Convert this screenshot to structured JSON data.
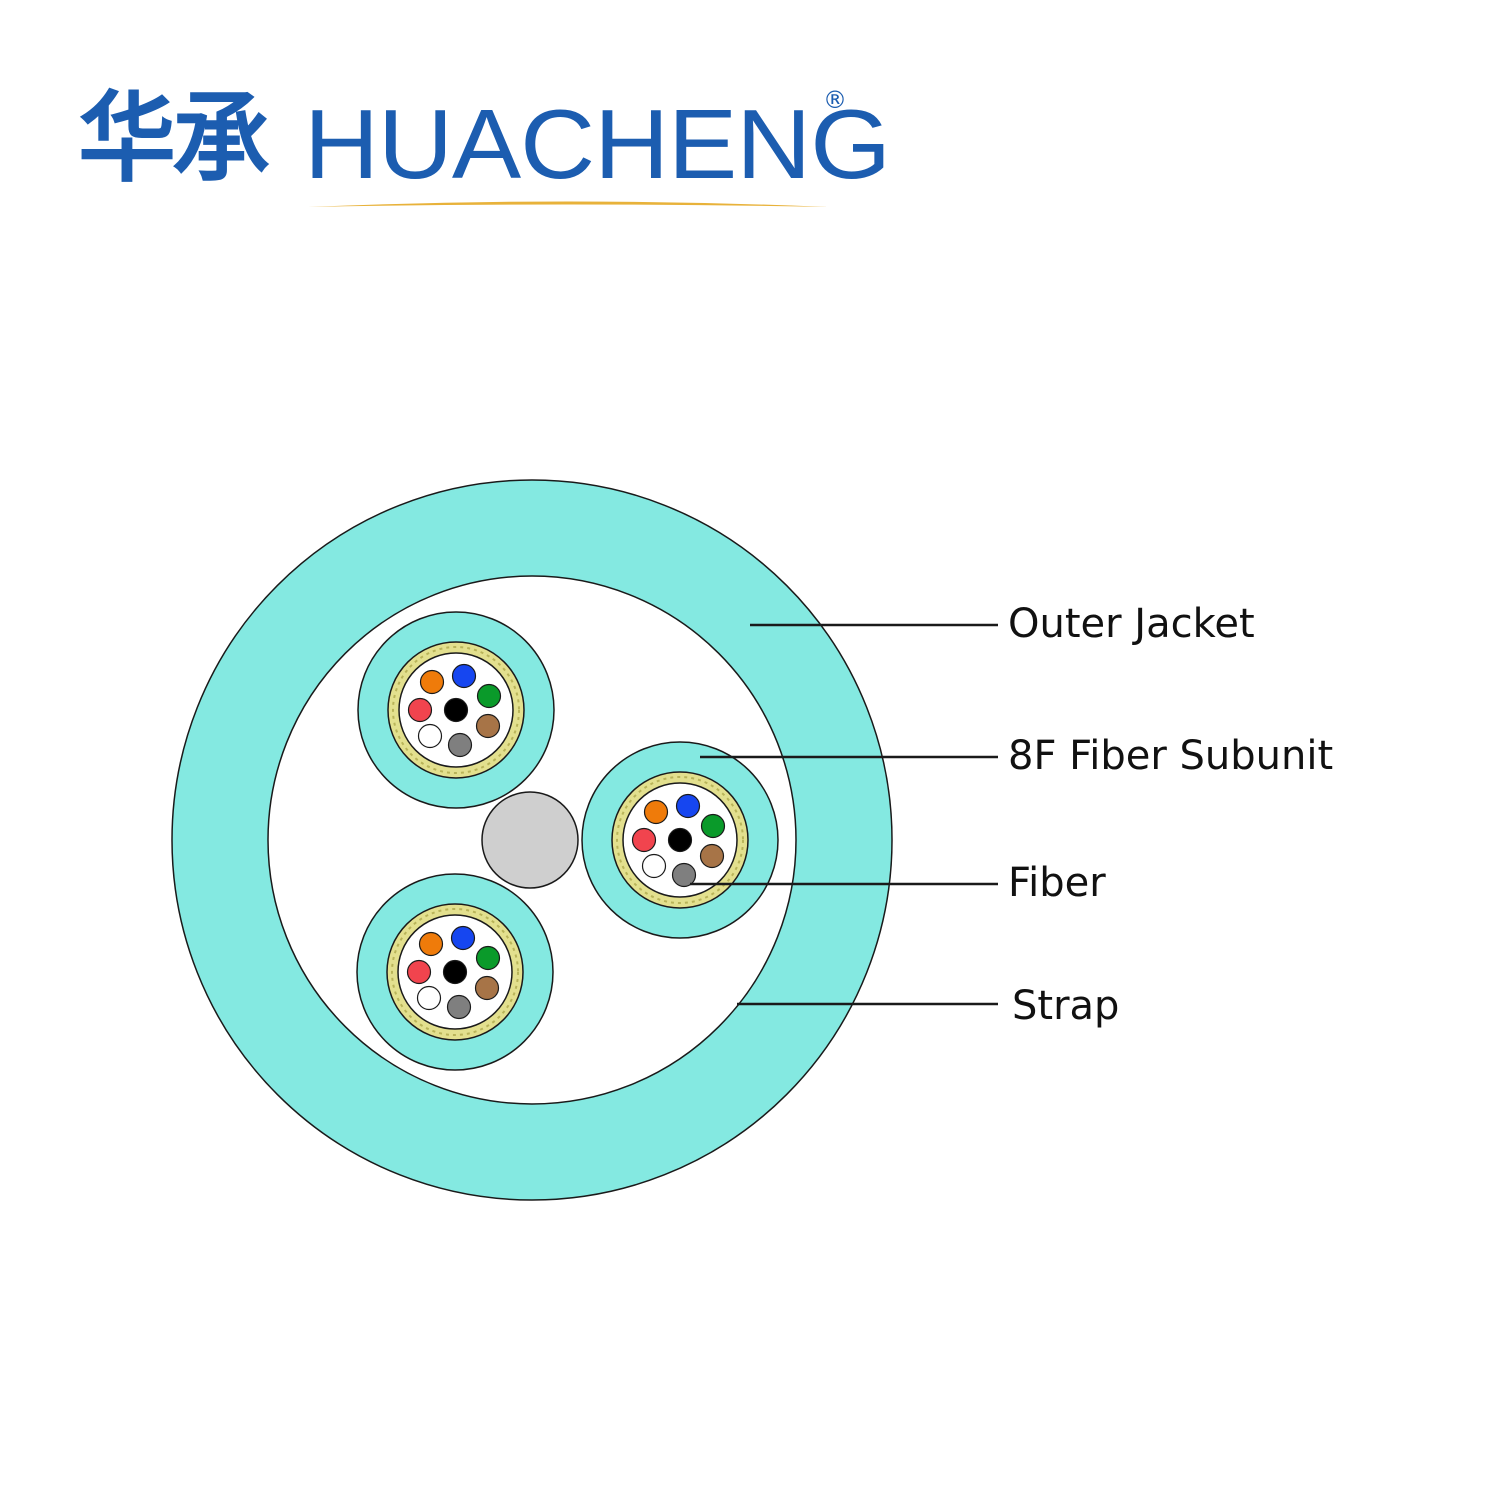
{
  "logo": {
    "chinese": "华承",
    "brand": "HUACHENG",
    "registered": "®",
    "color": "#1c5db0",
    "underline_color": "#e8b23a"
  },
  "labels": {
    "outer_jacket": "Outer Jacket",
    "subunit": "8F Fiber Subunit",
    "fiber": "Fiber",
    "strap": "Strap"
  },
  "colors": {
    "jacket": "#84e9e1",
    "outline": "#1a1a1a",
    "yarn": "#e3e08e",
    "central_member": "#cfcfcf",
    "fiber_colors": [
      "#ef7b0a",
      "#1646f0",
      "#0a9a2a",
      "#a77447",
      "#7f7f7f",
      "#ffffff",
      "#f1444e",
      "#000000"
    ]
  }
}
